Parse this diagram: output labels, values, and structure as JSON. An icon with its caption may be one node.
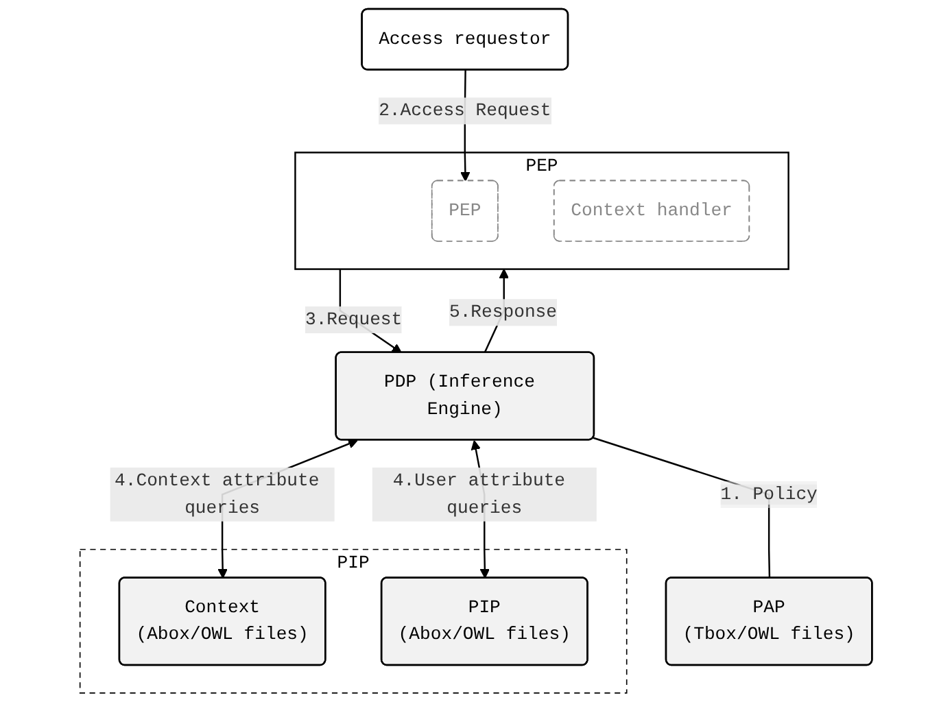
{
  "diagram": {
    "nodes": [
      {
        "text": [
          "Access requestor"
        ]
      },
      {
        "text": [
          "PEP"
        ]
      },
      {
        "text": [
          "PEP"
        ],
        "in": 1
      },
      {
        "text": [
          "Context handler"
        ],
        "in": 1
      },
      {
        "text": [
          "PDP (Inference Engine)"
        ]
      },
      {
        "text": [
          "PAP",
          "(Tbox/OWL files)"
        ]
      },
      {
        "text": [
          "PIP"
        ]
      },
      {
        "text": [
          "Context",
          "(Abox/OWL files)"
        ],
        "in": 6
      },
      {
        "text": [
          "PIP",
          "(Abox/OWL files)"
        ],
        "in": 6
      }
    ],
    "edges": [
      {
        "from": 0,
        "to": 2,
        "arrow": "to",
        "label": "2.Access Request"
      },
      {
        "from": 1,
        "to": 4,
        "arrow": "to",
        "label": "3.Request"
      },
      {
        "from": 4,
        "to": 1,
        "arrow": "to",
        "label": "5.Response"
      },
      {
        "from": 4,
        "to": 8,
        "arrow": "both",
        "label": "4.User attribute queries"
      },
      {
        "from": 4,
        "to": 7,
        "arrow": "both",
        "label": "4.Context attribute queries"
      },
      {
        "from": 4,
        "to": 5,
        "arrow": "none",
        "label": "1. Policy"
      }
    ]
  }
}
